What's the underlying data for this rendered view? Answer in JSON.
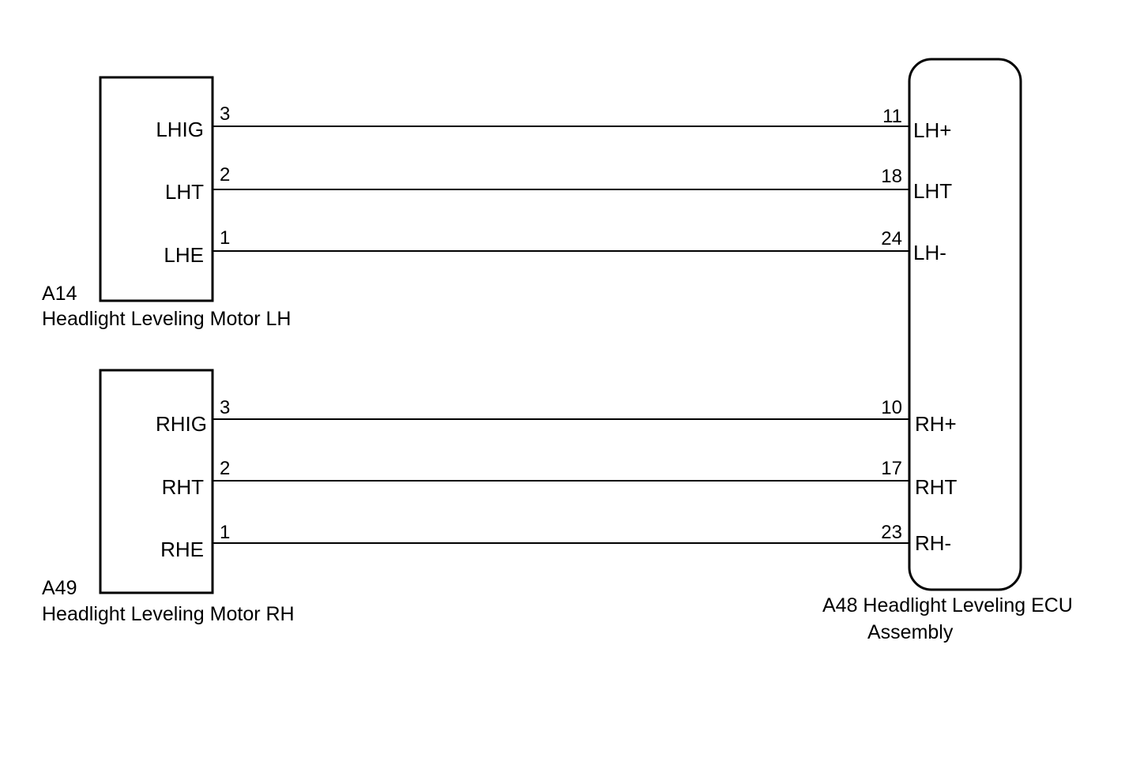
{
  "motor_lh": {
    "code": "A14",
    "name": "Headlight Leveling Motor LH",
    "pins": [
      {
        "num": "3",
        "label": "LHIG"
      },
      {
        "num": "2",
        "label": "LHT"
      },
      {
        "num": "1",
        "label": "LHE"
      }
    ]
  },
  "motor_rh": {
    "code": "A49",
    "name": "Headlight Leveling Motor RH",
    "pins": [
      {
        "num": "3",
        "label": "RHIG"
      },
      {
        "num": "2",
        "label": "RHT"
      },
      {
        "num": "1",
        "label": "RHE"
      }
    ]
  },
  "ecu": {
    "name_line1": "A48 Headlight Leveling ECU",
    "name_line2": "Assembly",
    "pins": [
      {
        "num": "11",
        "label": "LH+"
      },
      {
        "num": "18",
        "label": "LHT"
      },
      {
        "num": "24",
        "label": "LH-"
      },
      {
        "num": "10",
        "label": "RH+"
      },
      {
        "num": "17",
        "label": "RHT"
      },
      {
        "num": "23",
        "label": "RH-"
      }
    ]
  },
  "wires": [
    {
      "from": "A14 pin 3 LHIG",
      "to": "A48 pin 11 LH+"
    },
    {
      "from": "A14 pin 2 LHT",
      "to": "A48 pin 18 LHT"
    },
    {
      "from": "A14 pin 1 LHE",
      "to": "A48 pin 24 LH-"
    },
    {
      "from": "A49 pin 3 RHIG",
      "to": "A48 pin 10 RH+"
    },
    {
      "from": "A49 pin 2 RHT",
      "to": "A48 pin 17 RHT"
    },
    {
      "from": "A49 pin 1 RHE",
      "to": "A48 pin 23 RH-"
    }
  ]
}
